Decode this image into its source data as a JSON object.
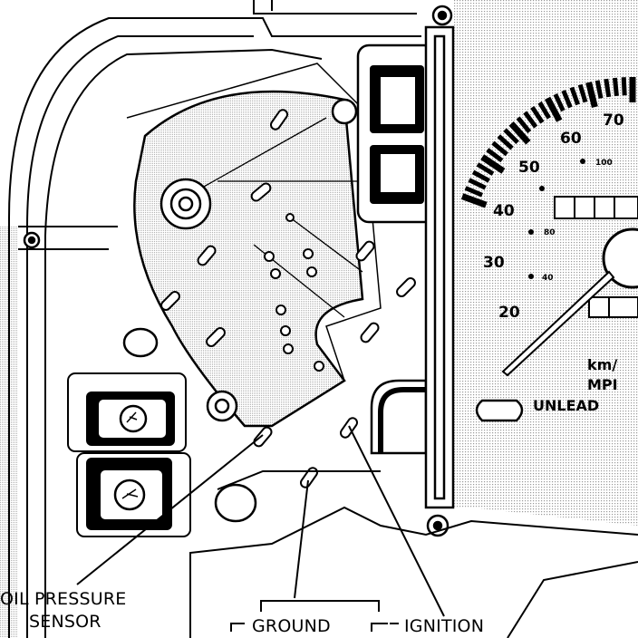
{
  "speedometer": {
    "mph_ticks": [
      "20",
      "30",
      "40",
      "50",
      "60",
      "70"
    ],
    "kmh_ticks": [
      "40",
      "80",
      "100"
    ],
    "unit_label_top": "km/",
    "unit_label_bottom": "MPI",
    "fuel_label": "UNLEAD"
  },
  "callouts": {
    "oil_pressure_line1": "OIL PRESSURE",
    "oil_pressure_line2": "SENSOR",
    "ground": "GROUND",
    "ignition": "IGNITION"
  },
  "colors": {
    "ink": "#000000",
    "paper": "#ffffff",
    "stipple": "#c8c8c8"
  }
}
